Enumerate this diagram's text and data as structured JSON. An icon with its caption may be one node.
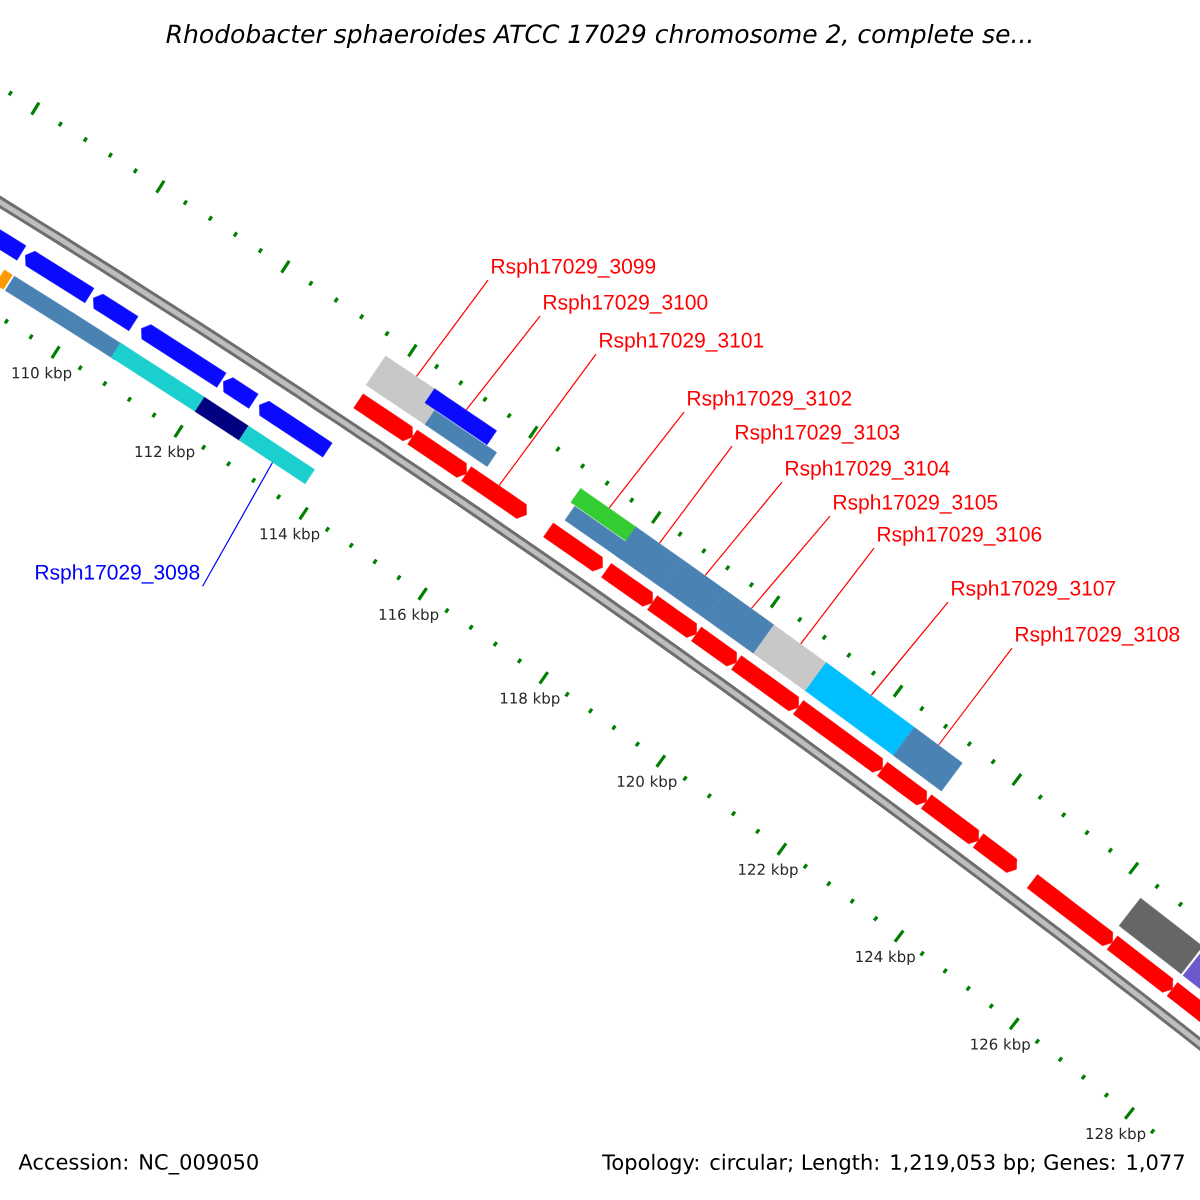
{
  "diagram": {
    "title": "Rhodobacter sphaeroides ATCC 17029 chromosome 2, complete se...",
    "nodes": [
      {
        "text": [
          "Rsph17029_3099"
        ]
      },
      {
        "text": [
          "Rsph17029_3100"
        ]
      },
      {
        "text": [
          "Rsph17029_3101"
        ]
      },
      {
        "text": [
          "Rsph17029_3102"
        ]
      },
      {
        "text": [
          "Rsph17029_3103"
        ]
      },
      {
        "text": [
          "Rsph17029_3104"
        ]
      },
      {
        "text": [
          "Rsph17029_3105"
        ]
      },
      {
        "text": [
          "Rsph17029_3106"
        ]
      },
      {
        "text": [
          "Rsph17029_3098"
        ]
      },
      {
        "text": [
          "Rsph17029_3107"
        ]
      },
      {
        "text": [
          "Rsph17029_3108"
        ]
      },
      {
        "text": [],
        "shape": "pentagon"
      },
      {
        "text": [],
        "shape": "bar"
      },
      {
        "text": [],
        "shape": "bar"
      },
      {
        "text": [],
        "shape": "pentagon"
      },
      {
        "text": [],
        "shape": "bar"
      },
      {
        "text": [],
        "shape": "pentagon"
      },
      {
        "text": [],
        "shape": "bar"
      },
      {
        "text": [],
        "shape": "pentagon"
      },
      {
        "text": [],
        "shape": "bar"
      },
      {
        "text": [],
        "shape": "pentagon"
      },
      {
        "text": [],
        "shape": "bar"
      },
      {
        "text": [],
        "shape": "pentagon"
      },
      {
        "text": [],
        "shape": "pentagon"
      },
      {
        "text": [],
        "shape": "bar"
      },
      {
        "text": [],
        "shape": "pentagon"
      },
      {
        "text": [],
        "shape": "bar"
      },
      {
        "text": [],
        "shape": "bar"
      },
      {
        "text": [],
        "shape": "pentagon"
      },
      {
        "text": [],
        "shape": "pentagon"
      },
      {
        "text": [],
        "shape": "bar"
      },
      {
        "text": [],
        "shape": "bar"
      },
      {
        "text": [],
        "shape": "pentagon"
      },
      {
        "text": [],
        "shape": "bar"
      },
      {
        "text": [],
        "shape": "pentagon"
      },
      {
        "text": [],
        "shape": "bar"
      },
      {
        "text": [],
        "shape": "pentagon"
      },
      {
        "text": [],
        "shape": "bar"
      },
      {
        "text": [],
        "shape": "pentagon"
      },
      {
        "text": [],
        "shape": "bar"
      },
      {
        "text": [],
        "shape": "pentagon"
      },
      {
        "text": [],
        "shape": "bar"
      },
      {
        "text": [],
        "shape": "pentagon"
      },
      {
        "text": [],
        "shape": "bar"
      },
      {
        "text": [],
        "shape": "pentagon"
      },
      {
        "text": [],
        "shape": "pentagon"
      },
      {
        "text": [],
        "shape": "pentagon"
      },
      {
        "text": [],
        "shape": "pentagon"
      },
      {
        "text": [],
        "shape": "bar"
      },
      {
        "text": [],
        "shape": "pentagon"
      },
      {
        "text": [],
        "shape": "bar"
      }
    ],
    "edges": [
      {
        "from": 0,
        "to": 24,
        "arrow": "none"
      },
      {
        "from": 1,
        "to": 26,
        "arrow": "none"
      },
      {
        "from": 2,
        "to": 28,
        "arrow": "none"
      },
      {
        "from": 3,
        "to": 31,
        "arrow": "none"
      },
      {
        "from": 4,
        "to": 33,
        "arrow": "none"
      },
      {
        "from": 5,
        "to": 35,
        "arrow": "none"
      },
      {
        "from": 6,
        "to": 37,
        "arrow": "none"
      },
      {
        "from": 7,
        "to": 39,
        "arrow": "none"
      },
      {
        "from": 8,
        "to": 21,
        "arrow": "none",
        "color": "#0000ff"
      },
      {
        "from": 9,
        "to": 41,
        "arrow": "none"
      },
      {
        "from": 10,
        "to": 43,
        "arrow": "none"
      }
    ],
    "labels": [
      "110 kbp",
      "112 kbp",
      "114 kbp",
      "116 kbp",
      "118 kbp",
      "120 kbp",
      "122 kbp",
      "124 kbp",
      "126 kbp",
      "128 kbp",
      "Accession: NC_009050",
      "Topology: circular; Length: 1,219,053 bp; Genes: 1,077"
    ]
  }
}
